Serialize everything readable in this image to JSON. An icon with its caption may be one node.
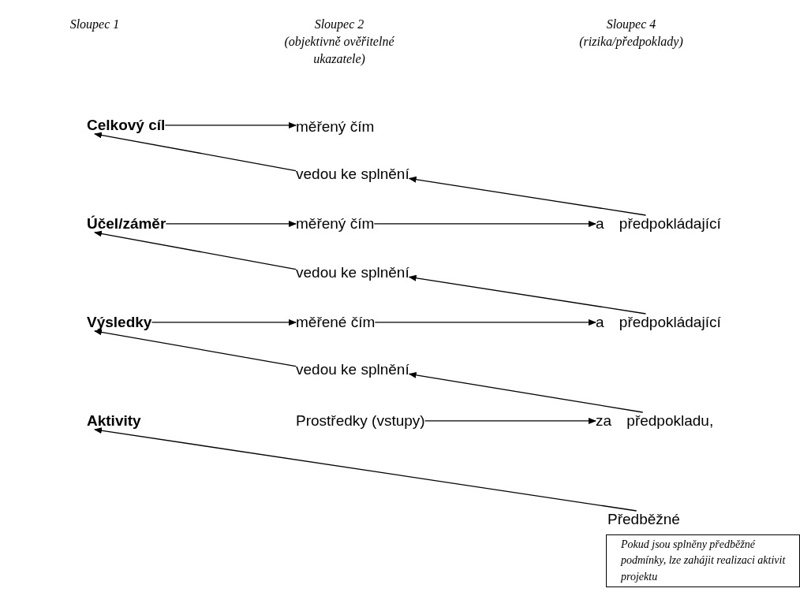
{
  "diagram": {
    "nodes": [
      {
        "text": [
          "Celkový cíl"
        ]
      },
      {
        "text": [
          "měřený čím"
        ]
      },
      {
        "text": [
          "vedou ke splnění"
        ]
      },
      {
        "text": [
          "Účel/záměr"
        ]
      },
      {
        "text": [
          "měřený čím"
        ]
      },
      {
        "text": [
          "a předpokládající"
        ]
      },
      {
        "text": [
          "vedou ke splnění"
        ]
      },
      {
        "text": [
          "Výsledky"
        ]
      },
      {
        "text": [
          "měřené čím"
        ]
      },
      {
        "text": [
          "a předpokládající"
        ]
      },
      {
        "text": [
          "vedou ke splnění"
        ]
      },
      {
        "text": [
          "Aktivity"
        ]
      },
      {
        "text": [
          "Prostředky (vstupy)"
        ]
      },
      {
        "text": [
          "za předpokladu,"
        ]
      },
      {
        "text": [
          "Předběžné"
        ]
      },
      {
        "text": [
          "Pokud jsou splněny předběžné podmínky, lze zahájit realizaci aktivit projektu"
        ]
      }
    ],
    "edges": [
      {
        "from": 0,
        "to": 1,
        "arrow": "to"
      },
      {
        "from": 2,
        "to": 0,
        "arrow": "to"
      },
      {
        "from": 5,
        "to": 2,
        "arrow": "to"
      },
      {
        "from": 3,
        "to": 4,
        "arrow": "to"
      },
      {
        "from": 4,
        "to": 5,
        "arrow": "to"
      },
      {
        "from": 6,
        "to": 3,
        "arrow": "to"
      },
      {
        "from": 9,
        "to": 6,
        "arrow": "to"
      },
      {
        "from": 7,
        "to": 8,
        "arrow": "to"
      },
      {
        "from": 8,
        "to": 9,
        "arrow": "to"
      },
      {
        "from": 10,
        "to": 7,
        "arrow": "to"
      },
      {
        "from": 13,
        "to": 10,
        "arrow": "to"
      },
      {
        "from": 12,
        "to": 13,
        "arrow": "to"
      },
      {
        "from": 14,
        "to": 11,
        "arrow": "to"
      }
    ],
    "labels": [
      "Sloupec 1",
      "Sloupec 2",
      "(objektivně ověřitelné ukazatele)",
      "Sloupec 4",
      "(rizika/předpoklady)"
    ]
  }
}
